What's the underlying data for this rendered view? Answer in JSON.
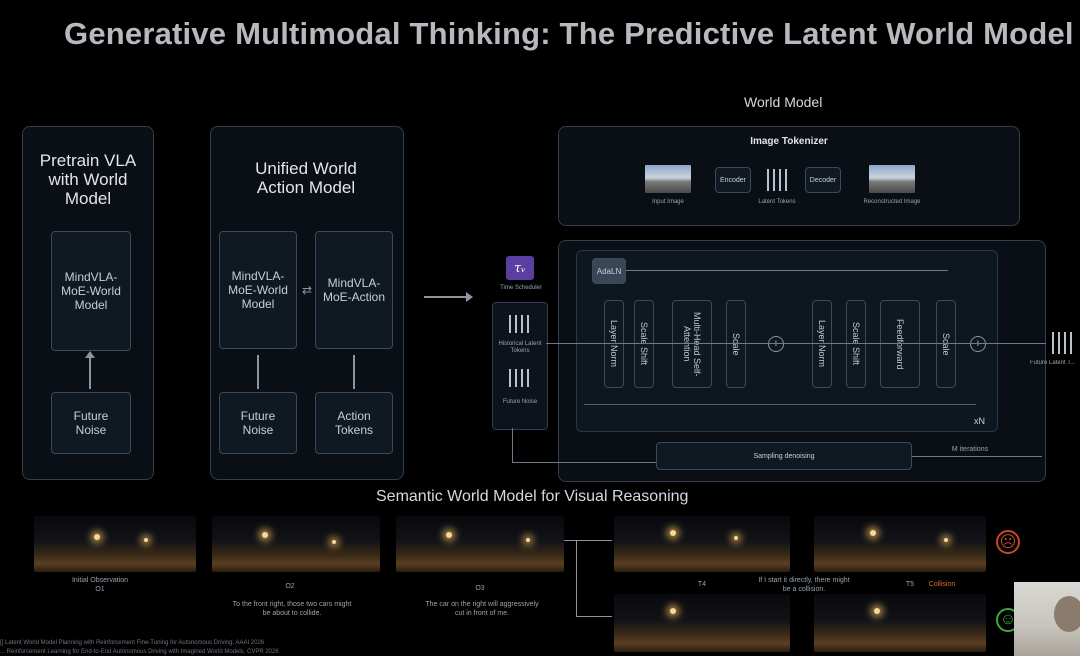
{
  "title": "Generative Multimodal Thinking: The Predictive Latent World Model",
  "left_panel": {
    "title": "Pretrain VLA with World Model",
    "model_box": "MindVLA-MoE-World Model",
    "input_box": "Future Noise"
  },
  "middle_panel": {
    "title": "Unified World Action Model",
    "world_box": "MindVLA-MoE-World Model",
    "action_box": "MindVLA-MoE-Action",
    "future_noise": "Future Noise",
    "action_tokens": "Action Tokens"
  },
  "world_model": {
    "heading": "World Model",
    "tokenizer": {
      "title": "Image Tokenizer",
      "encoder": "Encoder",
      "decoder": "Decoder",
      "input_image": "Input Image",
      "latent_tokens": "Latent Tokens",
      "reconstructed_image": "Reconstructed Image"
    },
    "time_scheduler_symbol": "τᵥ",
    "time_scheduler": "Time Scheduler",
    "historical_latent_tokens": "Historical Latent Tokens",
    "future_noise": "Future Noise",
    "adaln": "AdaLN",
    "layer_norm_1": "Layer Norm",
    "scale_shift_1": "Scale Shift",
    "attention": "Multi-Head Self-Attention",
    "scale_1": "Scale",
    "layer_norm_2": "Layer Norm",
    "scale_shift_2": "Scale Shift",
    "feedforward": "Feedforward",
    "scale_2": "Scale",
    "xn": "xN",
    "future_latent": "Future Latent T...",
    "sampling": "Sampling denoising",
    "m_iterations": "M iterations"
  },
  "semantic": {
    "title": "Semantic World Model for Visual Reasoning",
    "frames": [
      {
        "label": "Initial Observation O1",
        "caption": ""
      },
      {
        "label": "O2",
        "caption": "To the front right, those two cars might be about to collide."
      },
      {
        "label": "O3",
        "caption": "The car on the right will aggressively cut in front of me."
      },
      {
        "label": "T4",
        "caption": ""
      },
      {
        "label": "T5",
        "caption": "If I start it directly, there might be a collision."
      }
    ],
    "collision_label": "Collision",
    "sad_face": "☹",
    "happy_face": "☺",
    "colors": {
      "sad": "#c8452c",
      "happy": "#3faa3a",
      "collision": "#e06a2c"
    }
  },
  "footnotes": [
    "[] Latent World Model Planning with Reinforcement Fine-Tuning for Autonomous Driving, AAAI 2026",
    "... Reinforcement Learning for End-to-End Autonomous Driving with Imagined World Models, CVPR 2026"
  ]
}
